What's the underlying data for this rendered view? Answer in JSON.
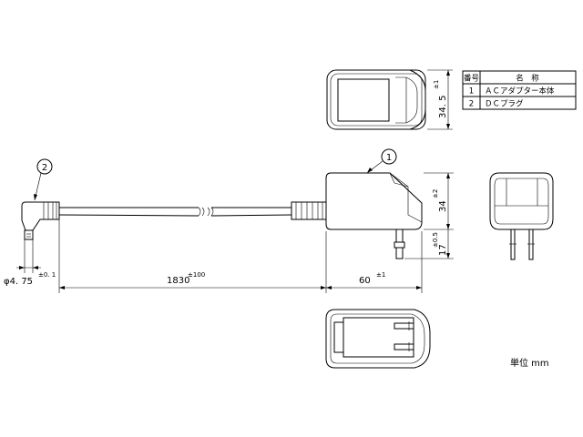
{
  "parts_table": {
    "header_no": "番号",
    "header_name": "名　称",
    "rows": [
      {
        "no": "1",
        "name": "ＡＣアダプター本体"
      },
      {
        "no": "2",
        "name": "ＤＣプラグ"
      }
    ]
  },
  "callouts": {
    "adapter": "1",
    "plug": "2"
  },
  "dimensions": {
    "top_height": {
      "value": "34. 5",
      "tol": "±1"
    },
    "side_height": {
      "value": "34",
      "tol": "±2"
    },
    "prong_length": {
      "value": "17",
      "tol": "±0.5"
    },
    "plug_diameter": {
      "value": "φ4. 75",
      "tol": "±0. 1"
    },
    "cord_length": {
      "value": "1830",
      "tol": "±100"
    },
    "body_length": {
      "value": "60",
      "tol": "±1"
    }
  },
  "unit_label": "単位 mm"
}
